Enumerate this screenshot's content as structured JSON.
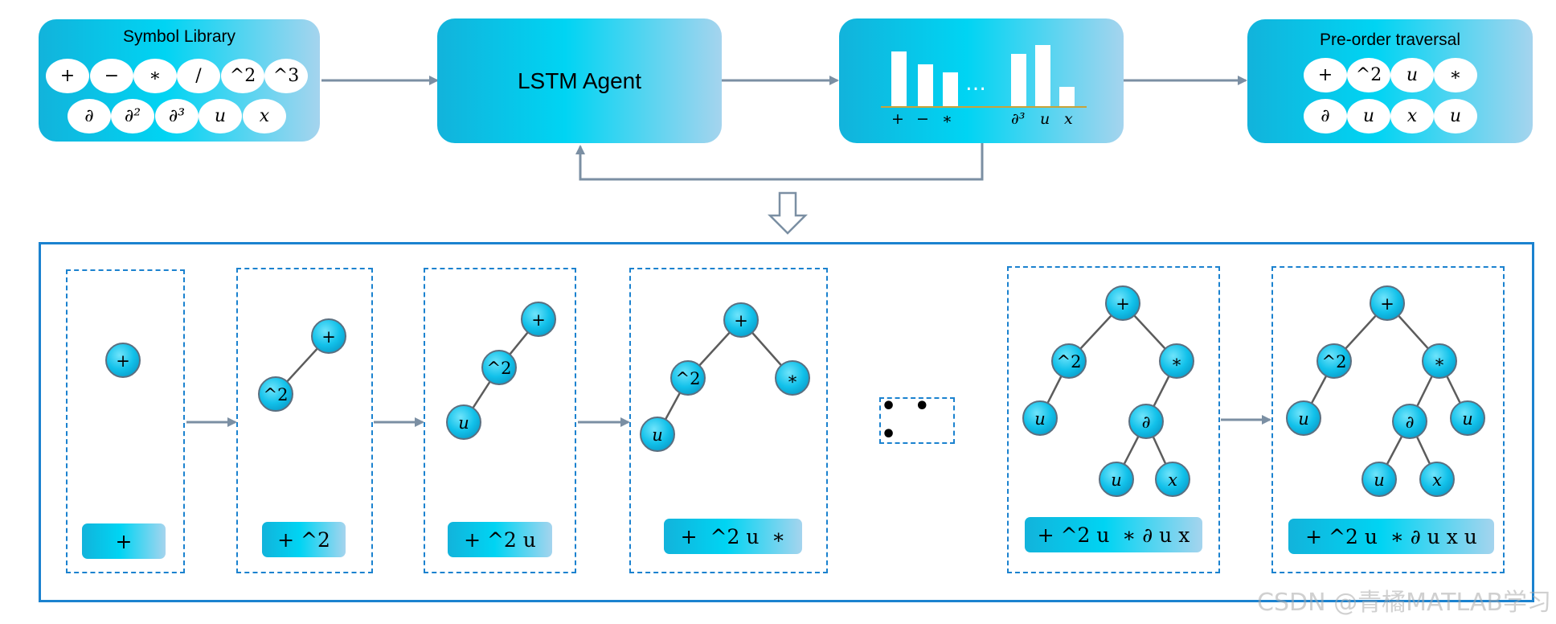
{
  "symbol_library": {
    "title": "Symbol Library",
    "row1": [
      "+",
      "−",
      "∗",
      "/",
      "^2",
      "^3"
    ],
    "row2": [
      "∂",
      "∂²",
      "∂³",
      "u",
      "x"
    ]
  },
  "agent": {
    "label": "LSTM Agent"
  },
  "distribution": {
    "ellipsis": "…",
    "left_labels": [
      "+",
      "−",
      "∗"
    ],
    "right_labels": [
      "∂³",
      "u",
      "x"
    ],
    "bar_heights": [
      0.8,
      0.61,
      0.5,
      0.76,
      0.9,
      0.28
    ]
  },
  "traversal": {
    "title": "Pre-order traversal",
    "row1": [
      "+",
      "^2",
      "u",
      "∗"
    ],
    "row2": [
      "∂",
      "u",
      "x",
      "u"
    ]
  },
  "steps": [
    {
      "nodes": [
        "+"
      ],
      "sequence": "+"
    },
    {
      "nodes": [
        "+",
        "^2"
      ],
      "sequence": "+ ^2"
    },
    {
      "nodes": [
        "+",
        "^2",
        "u"
      ],
      "sequence": "+ ^2 u"
    },
    {
      "nodes": [
        "+",
        "^2",
        "∗",
        "u"
      ],
      "sequence": "+  ^2 u  ∗"
    },
    {
      "nodes": [
        "+",
        "^2",
        "∗",
        "u",
        "∂",
        "u",
        "x"
      ],
      "sequence": "+ ^2 u  ∗ ∂ u x"
    },
    {
      "nodes": [
        "+",
        "^2",
        "∗",
        "u",
        "∂",
        "u",
        "u",
        "x"
      ],
      "sequence": "+ ^2 u  ∗ ∂ u x u"
    }
  ],
  "ellipsis_box": "• • •",
  "watermark": "CSDN @青橘MATLAB学习",
  "colors": {
    "gradient_start": "#12b3db",
    "gradient_mid": "#00d4f3",
    "gradient_end": "#a5d4ee",
    "frame_blue": "#1b82cf",
    "arrow_gray": "#7b8fa3"
  }
}
